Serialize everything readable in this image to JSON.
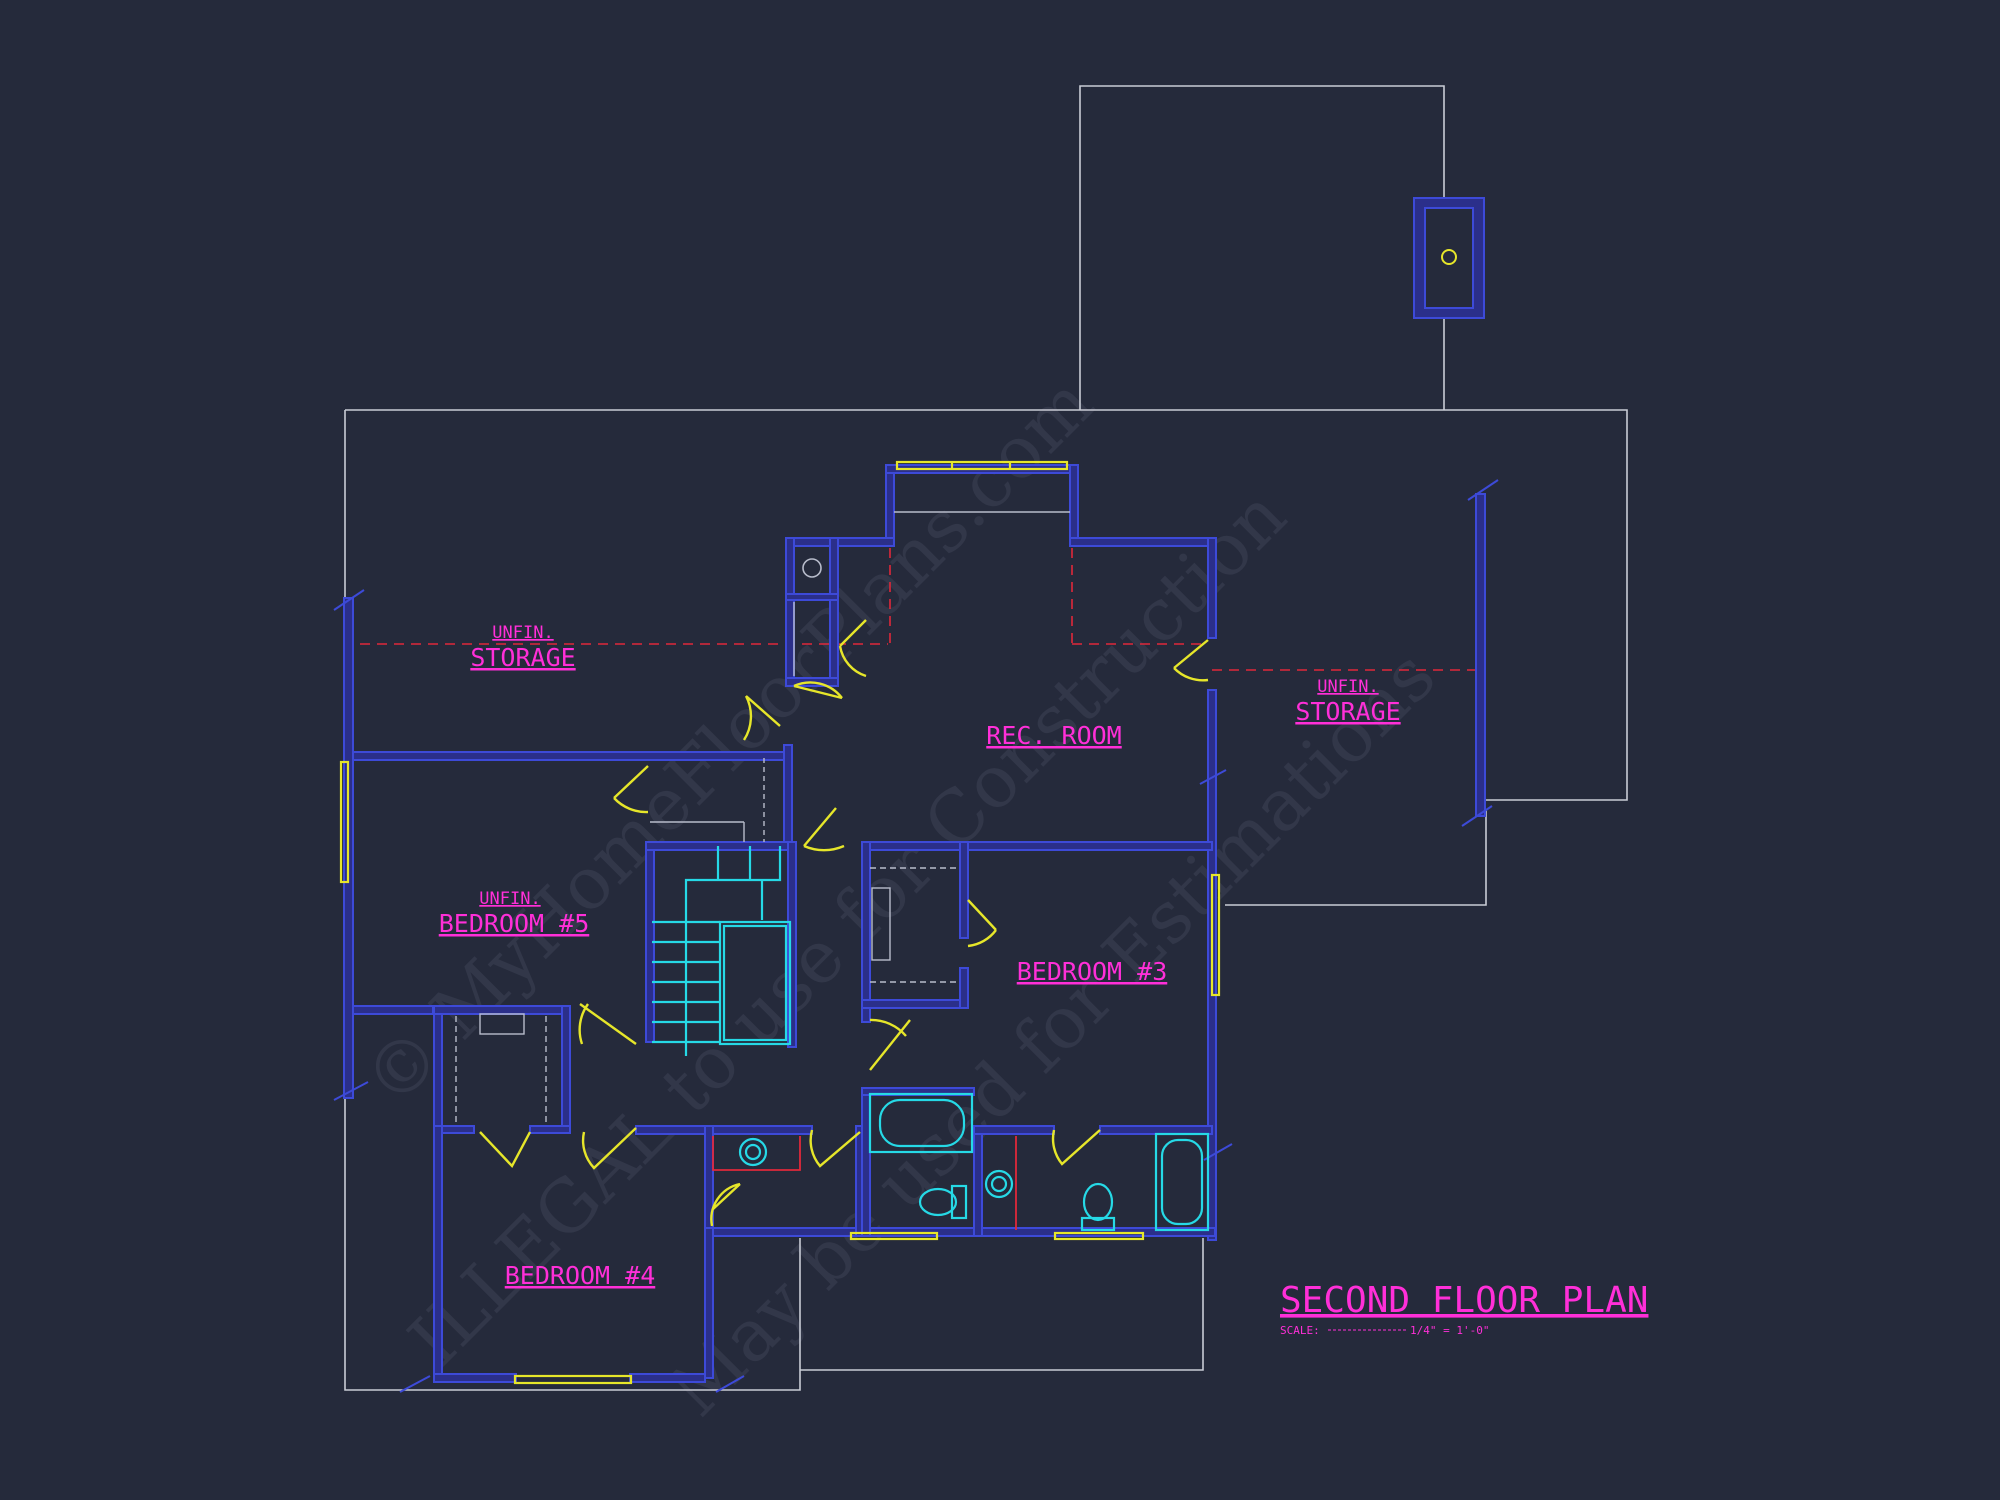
{
  "rooms": {
    "storage_left_note": "UNFIN.",
    "storage_left": "STORAGE",
    "rec_room": "REC. ROOM",
    "storage_right_note": "UNFIN.",
    "storage_right": "STORAGE",
    "bedroom5_note": "UNFIN.",
    "bedroom5": "BEDROOM #5",
    "bedroom3": "BEDROOM #3",
    "bedroom4": "BEDROOM #4"
  },
  "title_block": {
    "title": "SECOND FLOOR PLAN",
    "scale_label": "SCALE:",
    "scale_value": "1/4\" = 1'-0\""
  },
  "watermark": {
    "line1": "© MyHomeFloorPlans.com",
    "line2": "ILLEGAL to use for Construction",
    "line3": "May be used for Estimations"
  },
  "colors": {
    "background": "#252a3b",
    "label": "#ff2fd8",
    "wall": "#3d4ad8",
    "window_door": "#e6e62a",
    "fixture": "#26d9e6",
    "hidden_line": "#e0283a"
  }
}
